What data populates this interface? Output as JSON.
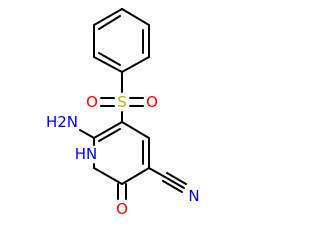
{
  "colors": {
    "bond": "#000000",
    "O": "#ff0000",
    "S": "#b3b300",
    "N": "#0000ff"
  },
  "atoms": {
    "sulfur": "S",
    "sulfonyl_o_left": "O",
    "sulfonyl_o_right": "O",
    "amine": "H2N",
    "ring_nh": "HN",
    "carbonyl_o": "O",
    "nitrile_n": "N"
  }
}
